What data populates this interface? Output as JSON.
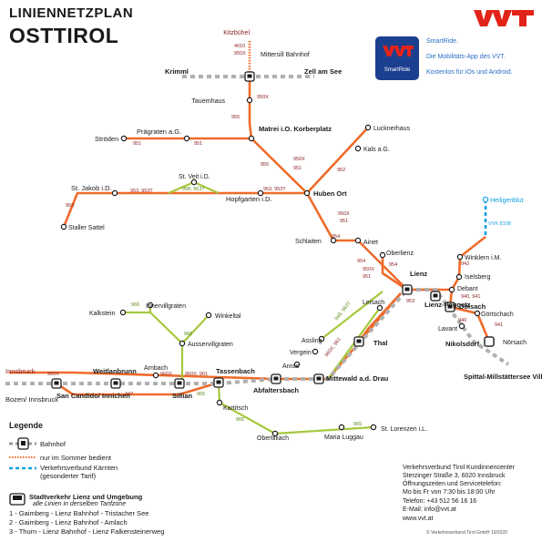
{
  "header": {
    "title_top": "LINIENNETZPLAN",
    "title_main": "OSTTIROL"
  },
  "brand": {
    "logo_text": "VVT",
    "color": "#e2231a"
  },
  "app": {
    "name": "SmartRide",
    "lines": [
      "SmartRide.",
      "Die Mobilitäts-App des VVT.",
      "Kostenlos für iOs und Android."
    ],
    "box_color": "#1b3f8f",
    "text_color": "#2a6ec6"
  },
  "colors": {
    "main_line": "#ef6b2a",
    "summer_line": "#a4c83c",
    "kaernten_line": "#14a0e0",
    "line_number": "#8a1c1c",
    "summer_number": "#5a8a1a",
    "rail": "#b0b0b0"
  },
  "stations": [
    {
      "id": "kitzbuehel",
      "label": "Kitzbühel",
      "color": "#8a1c1c"
    },
    {
      "id": "mittersill",
      "label": "Mittersill Bahnhof"
    },
    {
      "id": "krimml",
      "label": "Krimml"
    },
    {
      "id": "zell",
      "label": "Zell am See"
    },
    {
      "id": "tauernhaus",
      "label": "Tauernhaus"
    },
    {
      "id": "matrei",
      "label": "Matrei i.O. Korberplatz"
    },
    {
      "id": "praegraten",
      "label": "Prägraten a.G."
    },
    {
      "id": "stroeden",
      "label": "Ströden"
    },
    {
      "id": "lucknerhaus",
      "label": "Lucknerhaus"
    },
    {
      "id": "kals",
      "label": "Kals a.G."
    },
    {
      "id": "stveit",
      "label": "St. Veit i.D."
    },
    {
      "id": "stjakob",
      "label": "St. Jakob i.D."
    },
    {
      "id": "hopfgarten",
      "label": "Hopfgarten i.D."
    },
    {
      "id": "hubenort",
      "label": "Huben Ort"
    },
    {
      "id": "staller",
      "label": "Staller Sattel"
    },
    {
      "id": "schlaiten",
      "label": "Schlaiten"
    },
    {
      "id": "ainet",
      "label": "Ainet"
    },
    {
      "id": "oberlienz",
      "label": "Oberlienz"
    },
    {
      "id": "heiligenblut",
      "label": "Heiligenblut",
      "color": "#14a0e0"
    },
    {
      "id": "winklern",
      "label": "Winklern i.M."
    },
    {
      "id": "iselsberg",
      "label": "Iselsberg"
    },
    {
      "id": "debant",
      "label": "Debant"
    },
    {
      "id": "lienz",
      "label": "Lienz"
    },
    {
      "id": "lienzpeggetz",
      "label": "Lienz-Peggetz"
    },
    {
      "id": "doelsach",
      "label": "Dölsach"
    },
    {
      "id": "goertschach",
      "label": "Görtschach"
    },
    {
      "id": "lavant",
      "label": "Lavant"
    },
    {
      "id": "nikolsdorf",
      "label": "Nikolsdorf"
    },
    {
      "id": "noersach",
      "label": "Nörsach"
    },
    {
      "id": "spittal",
      "label": "Spittal-Millstättersee Villach"
    },
    {
      "id": "leisach",
      "label": "Leisach"
    },
    {
      "id": "thal",
      "label": "Thal"
    },
    {
      "id": "assling",
      "label": "Assling"
    },
    {
      "id": "vergein",
      "label": "Vergein"
    },
    {
      "id": "anras",
      "label": "Anras"
    },
    {
      "id": "mittewald",
      "label": "Mittewald a.d. Drau"
    },
    {
      "id": "abfaltersbach",
      "label": "Abfaltersbach"
    },
    {
      "id": "tassenbach",
      "label": "Tassenbach"
    },
    {
      "id": "kalkstein",
      "label": "Kalkstein"
    },
    {
      "id": "innervillgraten",
      "label": "Innervillgraten"
    },
    {
      "id": "winkeltal",
      "label": "Winkeltal"
    },
    {
      "id": "aussevillgraten",
      "label": "Ausservillgraten"
    },
    {
      "id": "arnbach",
      "label": "Arnbach"
    },
    {
      "id": "weitlanbrunn",
      "label": "Weitlanbrunn"
    },
    {
      "id": "sillian",
      "label": "Sillian"
    },
    {
      "id": "innsbruck",
      "label": "Innsbruck",
      "color": "#8a1c1c"
    },
    {
      "id": "bozen",
      "label": "Bozen/ Innsbruck"
    },
    {
      "id": "sancandido",
      "label": "San Candido/ Innichen"
    },
    {
      "id": "kartitsch",
      "label": "Kartitsch"
    },
    {
      "id": "obertilliach",
      "label": "Obertilliach"
    },
    {
      "id": "marialuggau",
      "label": "Maria Luggau"
    },
    {
      "id": "stlorenzen",
      "label": "St. Lorenzen i.L."
    }
  ],
  "line_labels": [
    "4010",
    "950X",
    "950X",
    "955",
    "951",
    "951",
    "955",
    "950X",
    "951",
    "952",
    "953",
    "953, 953T",
    "998, 963T",
    "953, 953T",
    "950X",
    "951",
    "954",
    "954",
    "950X",
    "951",
    "954",
    "953",
    "942",
    "940, 941",
    "940",
    "941",
    "960X",
    "960X, 961",
    "447",
    "960X",
    "966",
    "966",
    "965",
    "965",
    "965",
    "948, 963T",
    "960X, 961",
    "VVK 8108"
  ],
  "legend": {
    "title": "Legende",
    "items": [
      "Bahnhof",
      "nur im Sommer bedient",
      "Verkehrsverbund Kärnten (gesonderter Tarif)"
    ],
    "city_title": "Stadtverkehr Lienz und Umgebung",
    "city_sub": "alle Linien in derselben Tarifzone",
    "city_lines": [
      "1 - Gaimberg - Lienz Bahnhof - Tristacher See",
      "2 - Gaimberg - Lienz Bahnhof - Amlach",
      "3 - Thurn - Lienz Bahnhof - Lienz Falkensteinerweg"
    ]
  },
  "contact": {
    "lines": [
      "Verkehrsverbund Tirol Kundinnencenter",
      "Sterzinger Straße 3, 6020 Innsbruck",
      "Öffnungszeiten und Servicetelefon:",
      "Mo bis Fr von 7:30 bis 18:00 Uhr",
      "Telefon: +43 512 56 16 16",
      "E-Mail: info@vvt.at",
      "www.vvt.at"
    ],
    "copyright": "© Verkehrsverbund Tirol GmbH 10/2020"
  }
}
